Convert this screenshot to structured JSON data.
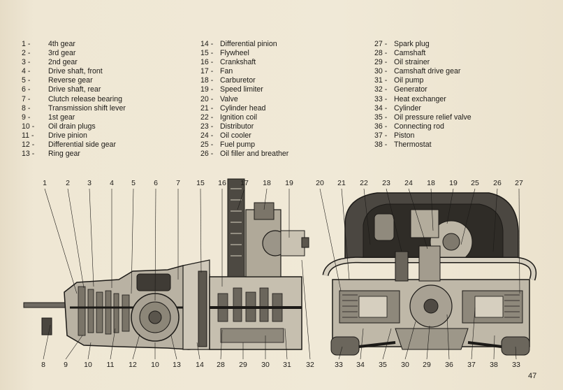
{
  "legend": [
    {
      "num": "1",
      "label": "4th gear"
    },
    {
      "num": "2",
      "label": "3rd gear"
    },
    {
      "num": "3",
      "label": "2nd gear"
    },
    {
      "num": "4",
      "label": "Drive shaft, front"
    },
    {
      "num": "5",
      "label": "Reverse gear"
    },
    {
      "num": "6",
      "label": "Drive shaft, rear"
    },
    {
      "num": "7",
      "label": "Clutch release bearing"
    },
    {
      "num": "8",
      "label": "Transmission shift lever"
    },
    {
      "num": "9",
      "label": "1st gear"
    },
    {
      "num": "10",
      "label": "Oil drain plugs"
    },
    {
      "num": "11",
      "label": "Drive pinion"
    },
    {
      "num": "12",
      "label": "Differential side gear"
    },
    {
      "num": "13",
      "label": "Ring gear"
    },
    {
      "num": "14",
      "label": "Differential pinion"
    },
    {
      "num": "15",
      "label": "Flywheel"
    },
    {
      "num": "16",
      "label": "Crankshaft"
    },
    {
      "num": "17",
      "label": "Fan"
    },
    {
      "num": "18",
      "label": "Carburetor"
    },
    {
      "num": "19",
      "label": "Speed limiter"
    },
    {
      "num": "20",
      "label": "Valve"
    },
    {
      "num": "21",
      "label": "Cylinder head"
    },
    {
      "num": "22",
      "label": "Ignition coil"
    },
    {
      "num": "23",
      "label": "Distributor"
    },
    {
      "num": "24",
      "label": "Oil cooler"
    },
    {
      "num": "25",
      "label": "Fuel pump"
    },
    {
      "num": "26",
      "label": "Oil filler and breather"
    },
    {
      "num": "27",
      "label": "Spark plug"
    },
    {
      "num": "28",
      "label": "Camshaft"
    },
    {
      "num": "29",
      "label": "Oil strainer"
    },
    {
      "num": "30",
      "label": "Camshaft drive gear"
    },
    {
      "num": "31",
      "label": "Oil pump"
    },
    {
      "num": "32",
      "label": "Generator"
    },
    {
      "num": "33",
      "label": "Heat exchanger"
    },
    {
      "num": "34",
      "label": "Cylinder"
    },
    {
      "num": "35",
      "label": "Oil pressure relief valve"
    },
    {
      "num": "36",
      "label": "Connecting rod"
    },
    {
      "num": "37",
      "label": "Piston"
    },
    {
      "num": "38",
      "label": "Thermostat"
    }
  ],
  "callouts_top": [
    "1",
    "2",
    "3",
    "4",
    "5",
    "6",
    "7",
    "15",
    "16",
    "17",
    "18",
    "19",
    "20",
    "21",
    "22",
    "23",
    "24",
    "18",
    "19",
    "25",
    "26",
    "27"
  ],
  "callouts_bottom": [
    "8",
    "9",
    "10",
    "11",
    "12",
    "10",
    "13",
    "14",
    "28",
    "29",
    "30",
    "31",
    "32",
    "33",
    "34",
    "35",
    "30",
    "29",
    "36",
    "37",
    "38",
    "33"
  ],
  "page_number": "47"
}
